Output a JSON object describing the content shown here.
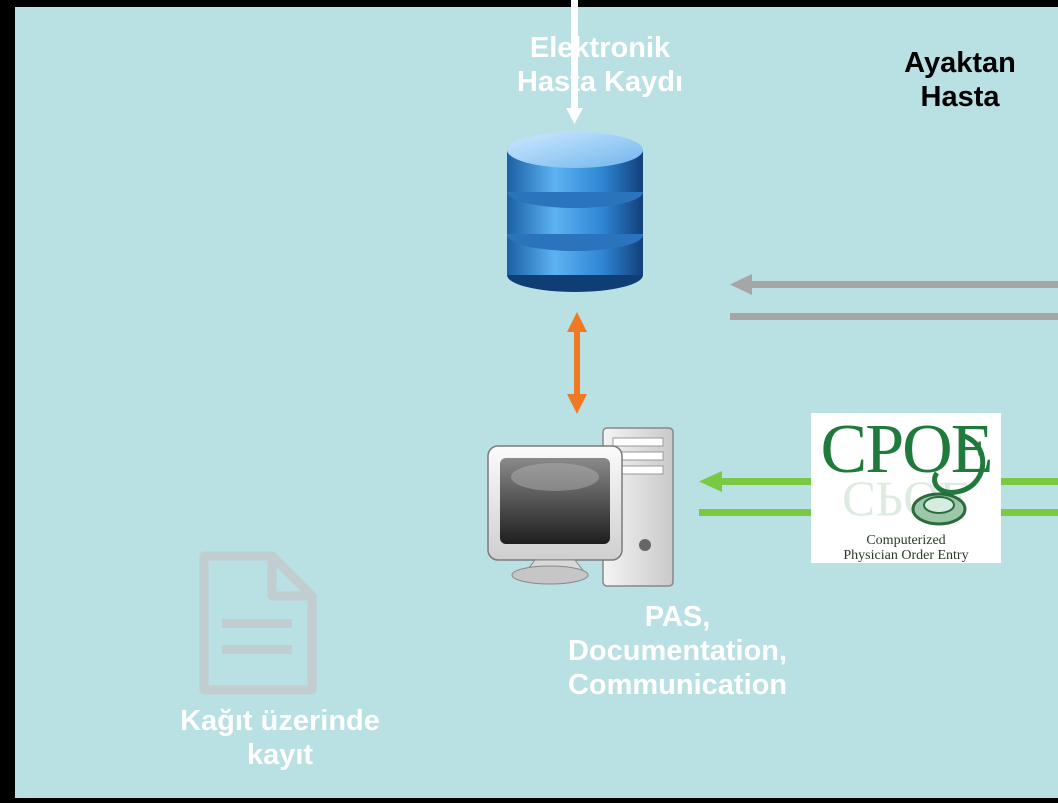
{
  "labels": {
    "ehr": "Elektronik\nHasta Kaydı",
    "outpatient": "Ayaktan\nHasta",
    "pas": "PAS,\nDocumentation,\nCommunication",
    "paper": "Kağıt üzerinde\nkayıt"
  },
  "cpoe": {
    "title": "CPOE",
    "subtitle_line1": "Computerized",
    "subtitle_line2": "Physician Order Entry"
  },
  "colors": {
    "background": "#b9e0e2",
    "border": "#000000",
    "orange_arrow": "#f07a24",
    "gray_arrow": "#a6a6a6",
    "green_arrow": "#7ac943",
    "white_arrow": "#ffffff",
    "document_icon": "#c4cccd",
    "cpoe_green": "#1f7a3c"
  },
  "icons": {
    "database": "database-icon",
    "computer": "desktop-computer-icon",
    "document": "document-icon",
    "cpoe": "cpoe-logo"
  }
}
